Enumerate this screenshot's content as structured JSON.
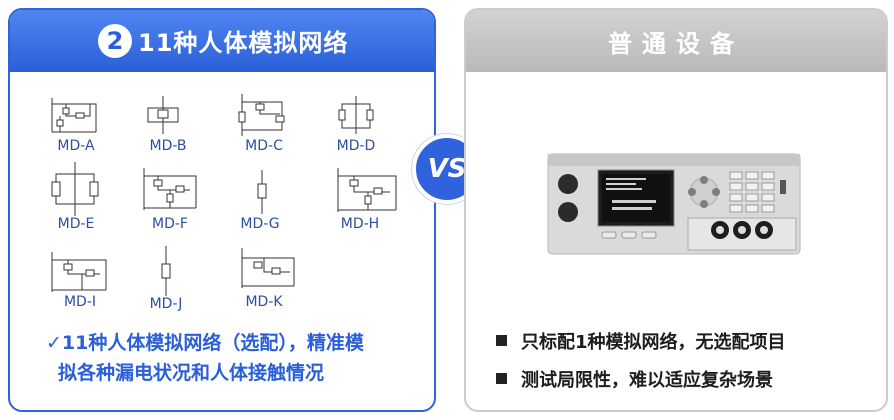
{
  "left": {
    "badge": "2",
    "title": "11种人体模拟网络",
    "models": [
      "MD-A",
      "MD-B",
      "MD-C",
      "MD-D",
      "MD-E",
      "MD-F",
      "MD-G",
      "MD-H",
      "MD-I",
      "MD-J",
      "MD-K"
    ],
    "feature_line1": "✓11种人体模拟网络（选配），精准模",
    "feature_line2": "拟各种漏电状况和人体接触情况"
  },
  "vs": "VS",
  "right": {
    "title": "普通设备",
    "bullets": [
      "只标配1种模拟网络，无选配项目",
      "测试局限性，难以适应复杂场景"
    ]
  },
  "colors": {
    "accent_blue": "#2f62dc",
    "gray_header": "#c4c4c4"
  }
}
